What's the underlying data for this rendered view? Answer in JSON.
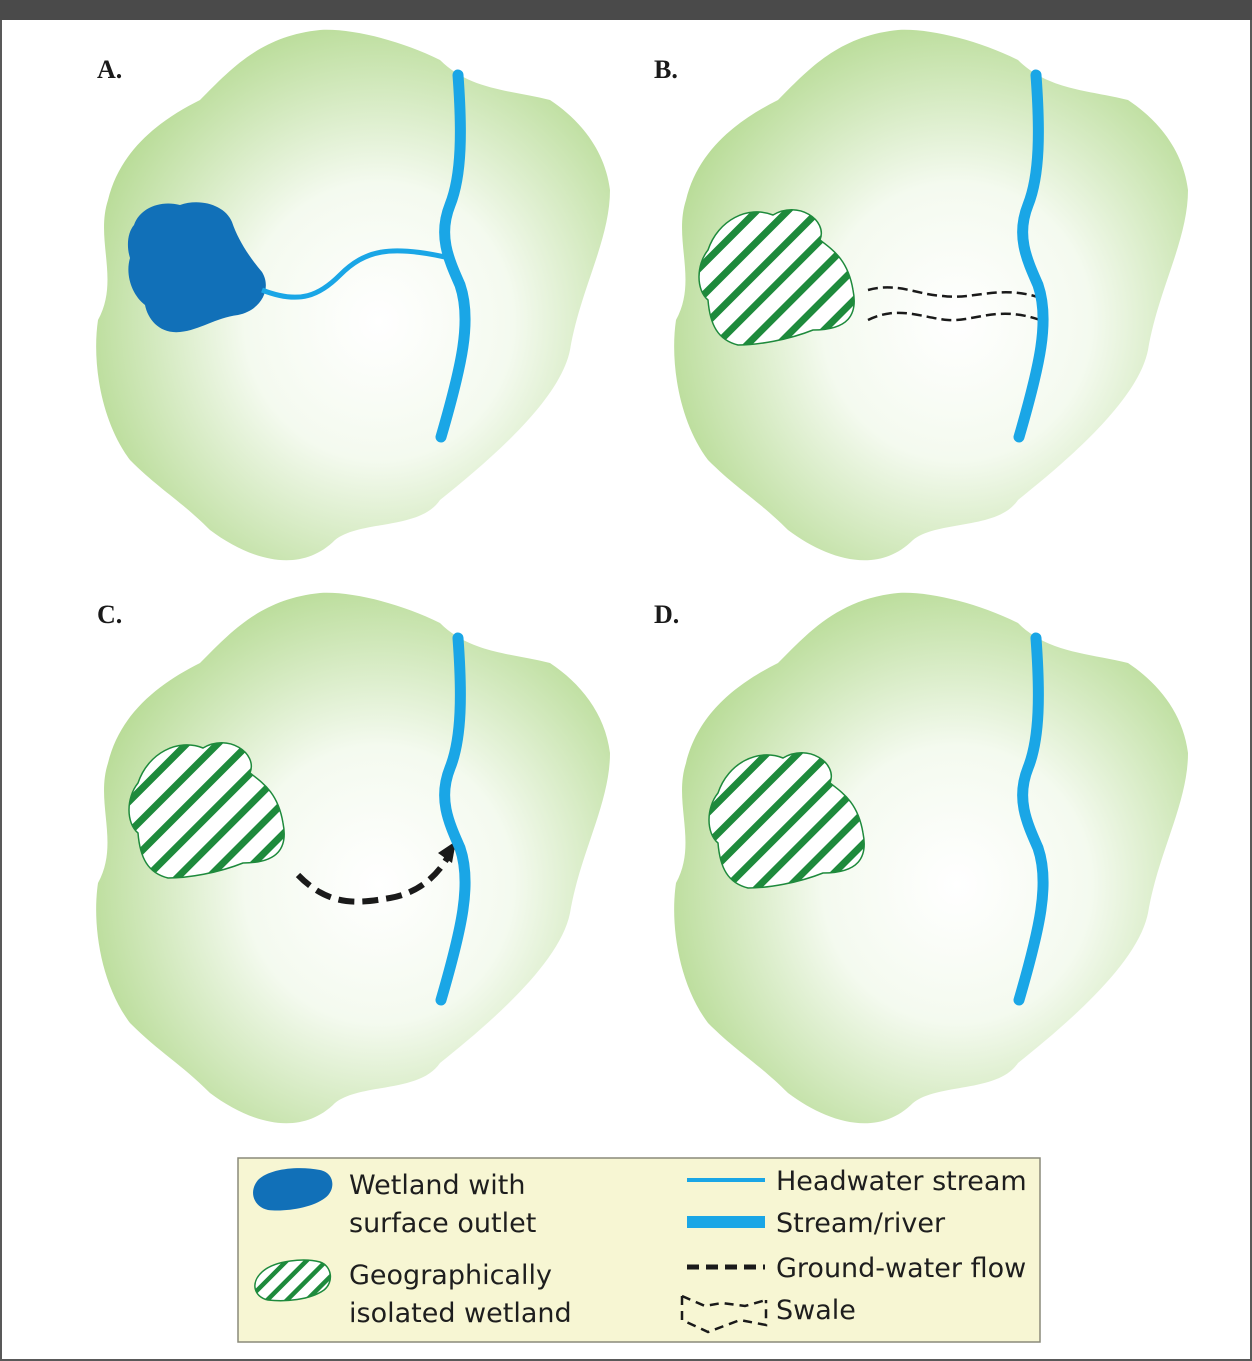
{
  "panels": [
    {
      "label": "A."
    },
    {
      "label": "B."
    },
    {
      "label": "C."
    },
    {
      "label": "D."
    }
  ],
  "legend": {
    "wetland_outlet": [
      "Wetland with",
      "surface outlet"
    ],
    "isolated_wetland": [
      "Geographically",
      "isolated wetland"
    ],
    "headwater_stream": "Headwater stream",
    "stream_river": "Stream/river",
    "groundwater_flow": "Ground-water flow",
    "swale": "Swale"
  },
  "colors": {
    "watershed": "#b9dc98",
    "surface_wetland": "#1170b8",
    "stream": "#1aa6e6",
    "isolated_hatch": "#1e8a3c",
    "legend_bg": "#f7f6d3",
    "flow_dash": "#1a1a1a"
  }
}
